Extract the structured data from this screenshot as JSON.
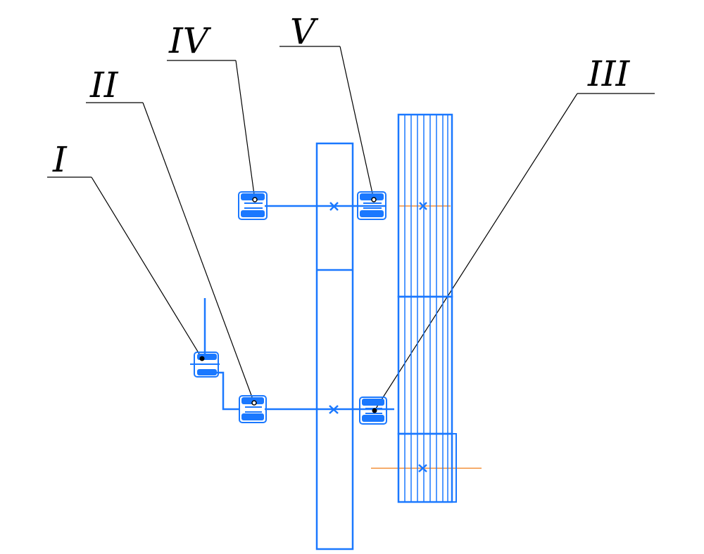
{
  "labels": {
    "I": "I",
    "II": "II",
    "III": "III",
    "IV": "IV",
    "V": "V"
  },
  "colors": {
    "drawing": "#1a78ff",
    "centerline": "#f07a14",
    "leader": "#000000",
    "background": "#ffffff"
  }
}
